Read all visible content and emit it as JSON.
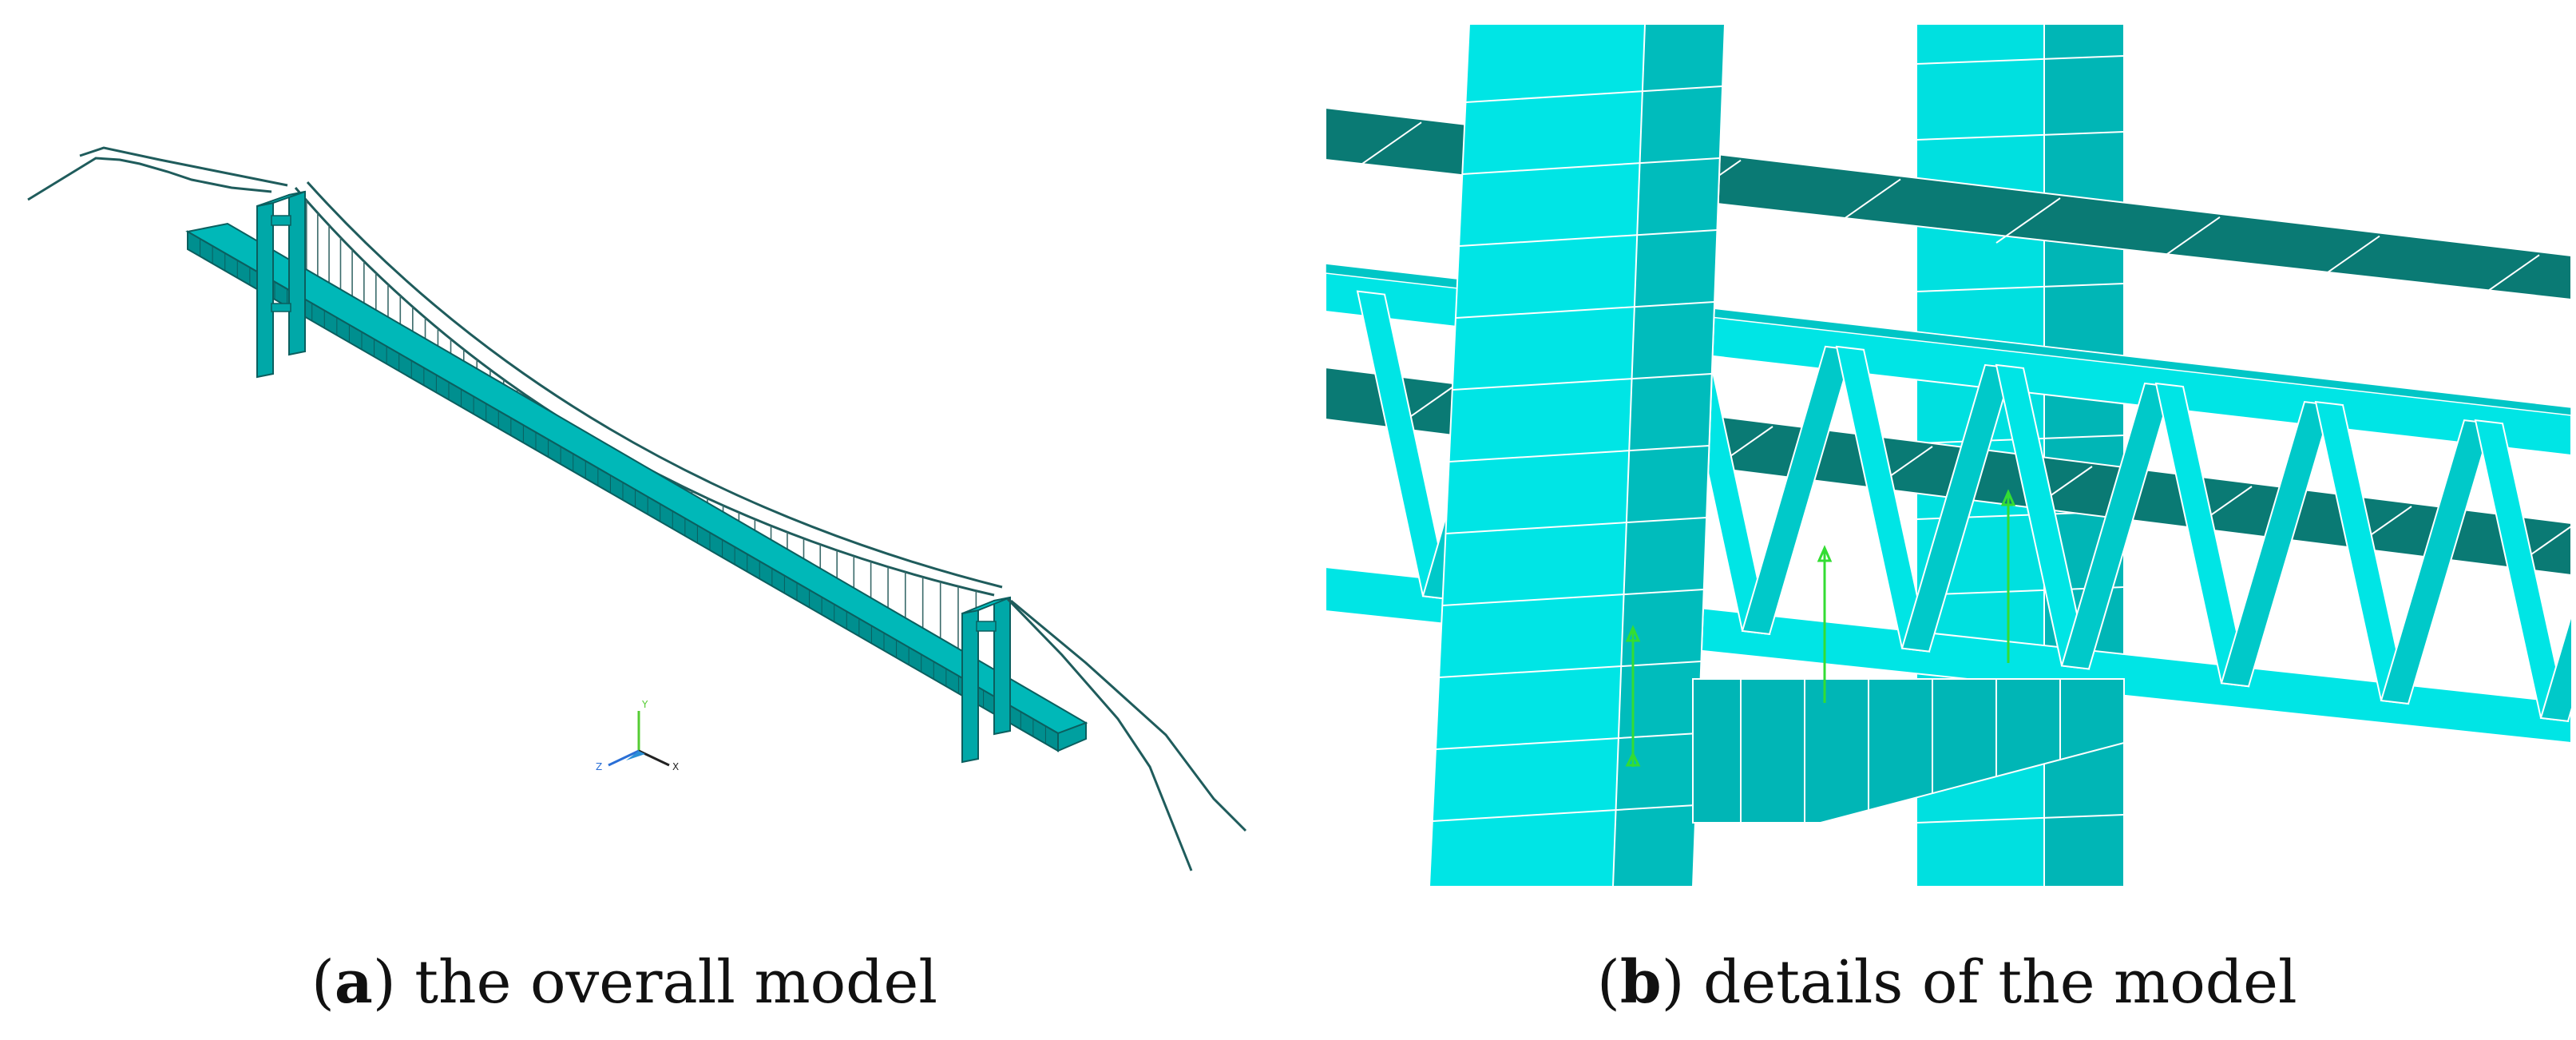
{
  "panels": [
    {
      "id": "a",
      "letter": "a",
      "caption": "the overall model"
    },
    {
      "id": "b",
      "letter": "b",
      "caption": "details of the model"
    }
  ],
  "axis_triad": {
    "x_label": "X",
    "y_label": "Y",
    "z_label": "Z"
  },
  "colors": {
    "model_face": "#00e5e5",
    "model_shade": "#00b0b0",
    "model_dark": "#007878",
    "deck_dark": "#0a7a74",
    "edge": "#0b5f5f",
    "cable": "#1f5c5c",
    "constraint_marker": "#33dd33",
    "background": "#ffffff"
  }
}
